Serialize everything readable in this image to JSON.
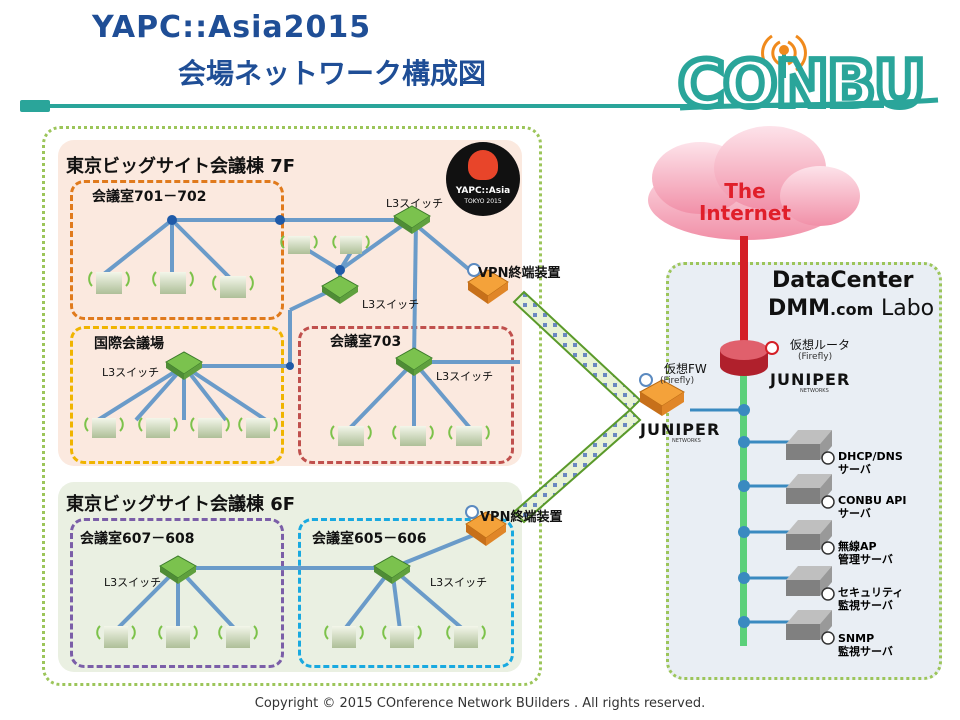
{
  "header": {
    "title_line1": "YAPC::Asia2015",
    "title_line2": "会場ネットワーク構成図",
    "logo": "CONBU"
  },
  "floor7": {
    "title": "東京ビッグサイト会議棟 7F",
    "rooms": {
      "r701": "会議室701－702",
      "intl": "国際会議場",
      "r703": "会議室703"
    },
    "switch_label": "L3スイッチ",
    "vpn_label": "VPN終端装置",
    "yapc_badge": {
      "name": "YAPC::Asia",
      "sub": "TOKYO 2015"
    }
  },
  "floor6": {
    "title": "東京ビッグサイト会議棟 6F",
    "rooms": {
      "r607": "会議室607－608",
      "r605": "会議室605－606"
    },
    "switch_label": "L3スイッチ",
    "vpn_label": "VPN終端装置"
  },
  "internet": {
    "line1": "The",
    "line2": "Internet"
  },
  "datacenter": {
    "title": "DataCenter",
    "brand_left": "DMM",
    "brand_mid": ".com",
    "brand_right": "Labo",
    "router_label": "仮想ルータ",
    "router_sub": "(Firefly)",
    "fw_label": "仮想FW",
    "fw_sub": "(Firefly)",
    "juniper": "JUNIPER",
    "juniper_sub": "NETWORKS",
    "servers": [
      {
        "line1": "DHCP/DNS",
        "line2": "サーバ"
      },
      {
        "line1": "CONBU API",
        "line2": "サーバ"
      },
      {
        "line1": "無線AP",
        "line2": "管理サーバ"
      },
      {
        "line1": "セキュリティ",
        "line2": "監視サーバ"
      },
      {
        "line1": "SNMP",
        "line2": "監視サーバ"
      }
    ]
  },
  "footer": "Copyright © 2015 COnference Network BUilders . All rights reserved.",
  "colors": {
    "title": "#1f4e96",
    "conbu": "#2aa59a",
    "room701": "#e07a1c",
    "intl": "#f0b400",
    "room703": "#c0504d",
    "room607": "#7b5ea8",
    "room605": "#19a9e0",
    "region": "#9cc55a",
    "link": "#6a9bc9"
  }
}
